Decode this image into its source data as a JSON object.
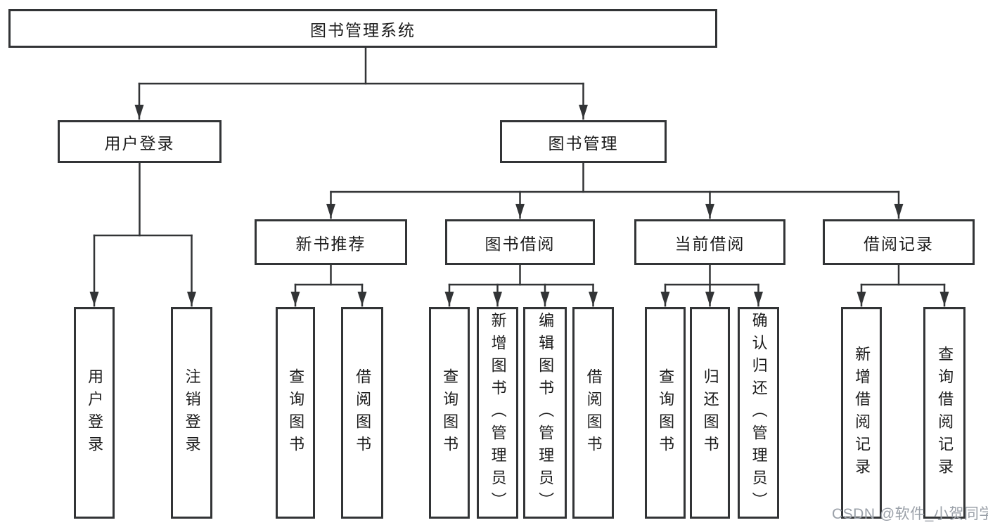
{
  "diagram": {
    "root": {
      "label": "图书管理系统"
    },
    "level1": [
      {
        "label": "用户登录"
      },
      {
        "label": "图书管理"
      }
    ],
    "user_children": [
      "用户登录",
      "注销登录"
    ],
    "groups": [
      {
        "label": "新书推荐",
        "children": [
          "查询图书",
          "借阅图书"
        ]
      },
      {
        "label": "图书借阅",
        "children": [
          "查询图书",
          "新增图书（管理员）",
          "编辑图书（管理员）",
          "借阅图书"
        ]
      },
      {
        "label": "当前借阅",
        "children": [
          "查询图书",
          "归还图书",
          "确认归还（管理员）"
        ]
      },
      {
        "label": "借阅记录",
        "children": [
          "新增借阅记录",
          "查询借阅记录"
        ]
      }
    ]
  },
  "watermark": {
    "text": "CSDN @软件_小贺同学"
  },
  "colors": {
    "line": "#323436",
    "text": "#1c1c1c",
    "watermark_text": "#9aa0a8",
    "background": "#ffffff"
  }
}
